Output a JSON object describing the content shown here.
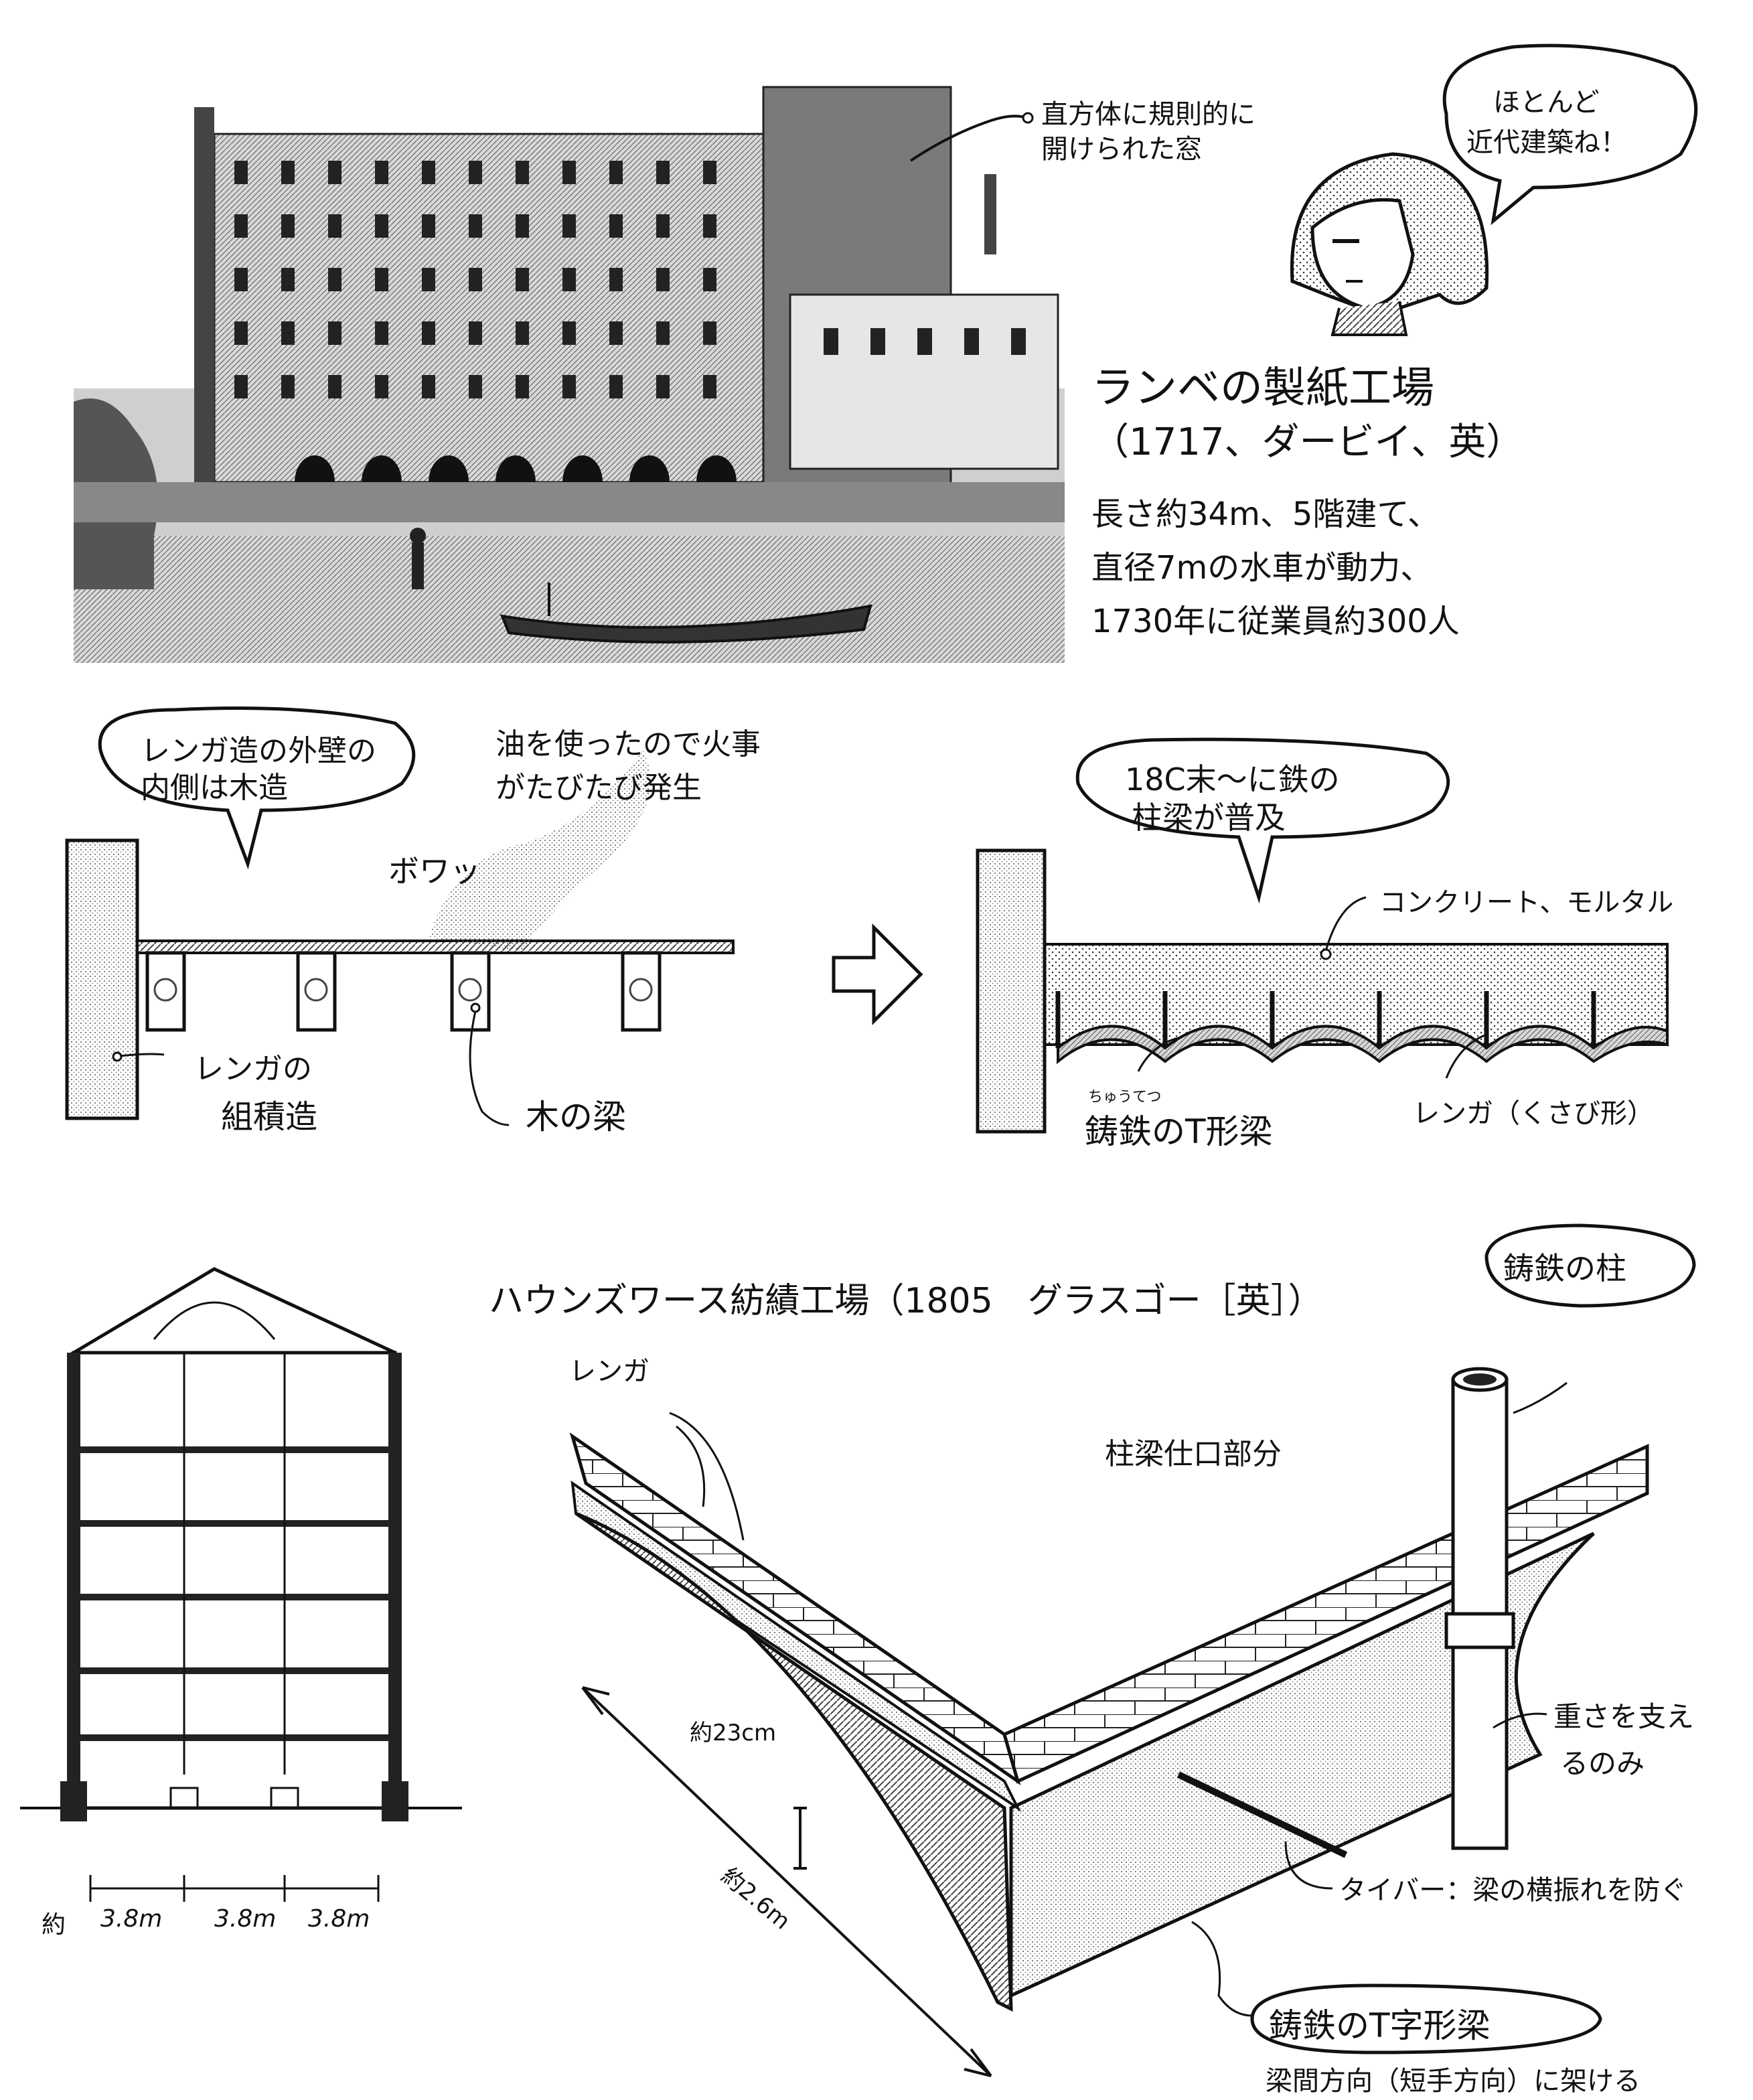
{
  "lombe_mill": {
    "callout_windows_line1": "直方体に規則的に",
    "callout_windows_line2": "開けられた窓",
    "speech_line1": "ほとんど",
    "speech_line2": "近代建築ね！",
    "title_line1": "ランベの製紙工場",
    "title_line2": "（1717、ダービイ、英）",
    "desc_line1": "長さ約34m、5階建て、",
    "desc_line2": "直径7mの水車が動力、",
    "desc_line3": "1730年に従業員約300人"
  },
  "timber_floor": {
    "bubble_line1": "レンガ造の外壁の",
    "bubble_line2": "内側は木造",
    "fire_line1": "油を使ったので火事",
    "fire_line2": "がたびたび発生",
    "fire_sound": "ボワッ",
    "label_brick_line1": "レンガの",
    "label_brick_line2": "組積造",
    "label_beam": "木の梁"
  },
  "iron_floor": {
    "bubble_line1": "18C末〜に鉄の",
    "bubble_line2": "柱梁が普及",
    "label_concrete": "コンクリート、モルタル",
    "label_tbeam_ruby": "ちゅうてつ",
    "label_tbeam": "鋳鉄のT形梁",
    "label_brick": "レンガ（くさび形）"
  },
  "section": {
    "label_about": "約",
    "spans": [
      "3.8m",
      "3.8m",
      "3.8m"
    ]
  },
  "houldsworth": {
    "title": "ハウンズワース紡績工場（1805　グラスゴー［英］）",
    "label_brick": "レンガ",
    "label_joint": "柱梁仕口部分",
    "label_column": "鋳鉄の柱",
    "label_depth": "約23cm",
    "label_span": "約2.6m",
    "label_load": "重さを支え",
    "label_load2": "るのみ",
    "label_tiebar": "タイバー：梁の横振れを防ぐ",
    "label_tbeam": "鋳鉄のT字形梁",
    "label_tbeam_note": "梁間方向（短手方向）に架ける"
  }
}
